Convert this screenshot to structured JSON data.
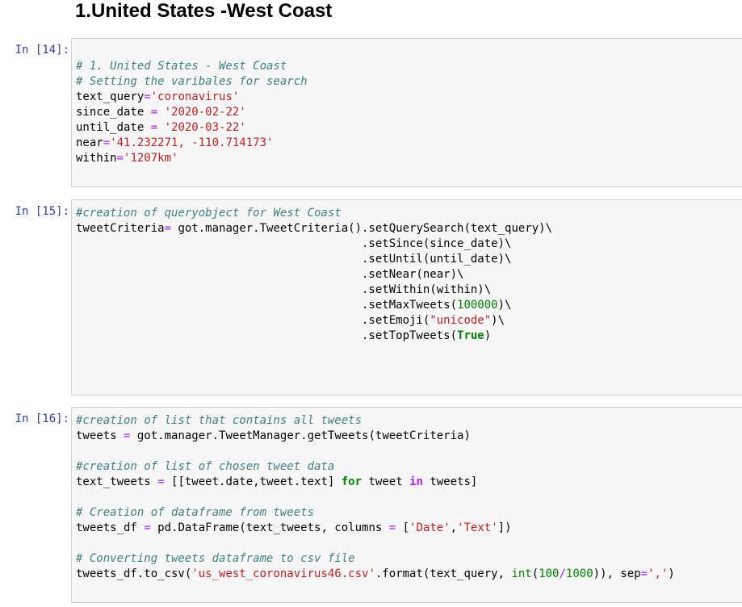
{
  "notebook": {
    "heading": "1.United States -West Coast",
    "cells": [
      {
        "prompt": "In [14]:",
        "lines": [
          "# 1. United States - West Coast",
          "# Setting the varibales for search",
          "text_query='coronavirus'",
          "since_date = '2020-02-22'",
          "until_date = '2020-03-22'",
          "near='41.232271, -110.714173'",
          "within='1207km'"
        ]
      },
      {
        "prompt": "In [15]:",
        "lines": [
          "#creation of queryobject for West Coast",
          "tweetCriteria= got.manager.TweetCriteria().setQuerySearch(text_query)\\",
          "                                          .setSince(since_date)\\",
          "                                          .setUntil(until_date)\\",
          "                                          .setNear(near)\\",
          "                                          .setWithin(within)\\",
          "                                          .setMaxTweets(100000)\\",
          "                                          .setEmoji(\"unicode\")\\",
          "                                          .setTopTweets(True)"
        ]
      },
      {
        "prompt": "In [16]:",
        "lines": [
          "#creation of list that contains all tweets",
          "tweets = got.manager.TweetManager.getTweets(tweetCriteria)",
          "",
          "#creation of list of chosen tweet data",
          "text_tweets = [[tweet.date,tweet.text] for tweet in tweets]",
          "",
          "# Creation of dataframe from tweets",
          "tweets_df = pd.DataFrame(text_tweets, columns = ['Date','Text'])",
          "",
          "# Converting tweets dataframe to csv file",
          "tweets_df.to_csv('us_west_coronavirus46.csv'.format(text_query, int(100/1000)), sep=',')"
        ]
      }
    ]
  }
}
